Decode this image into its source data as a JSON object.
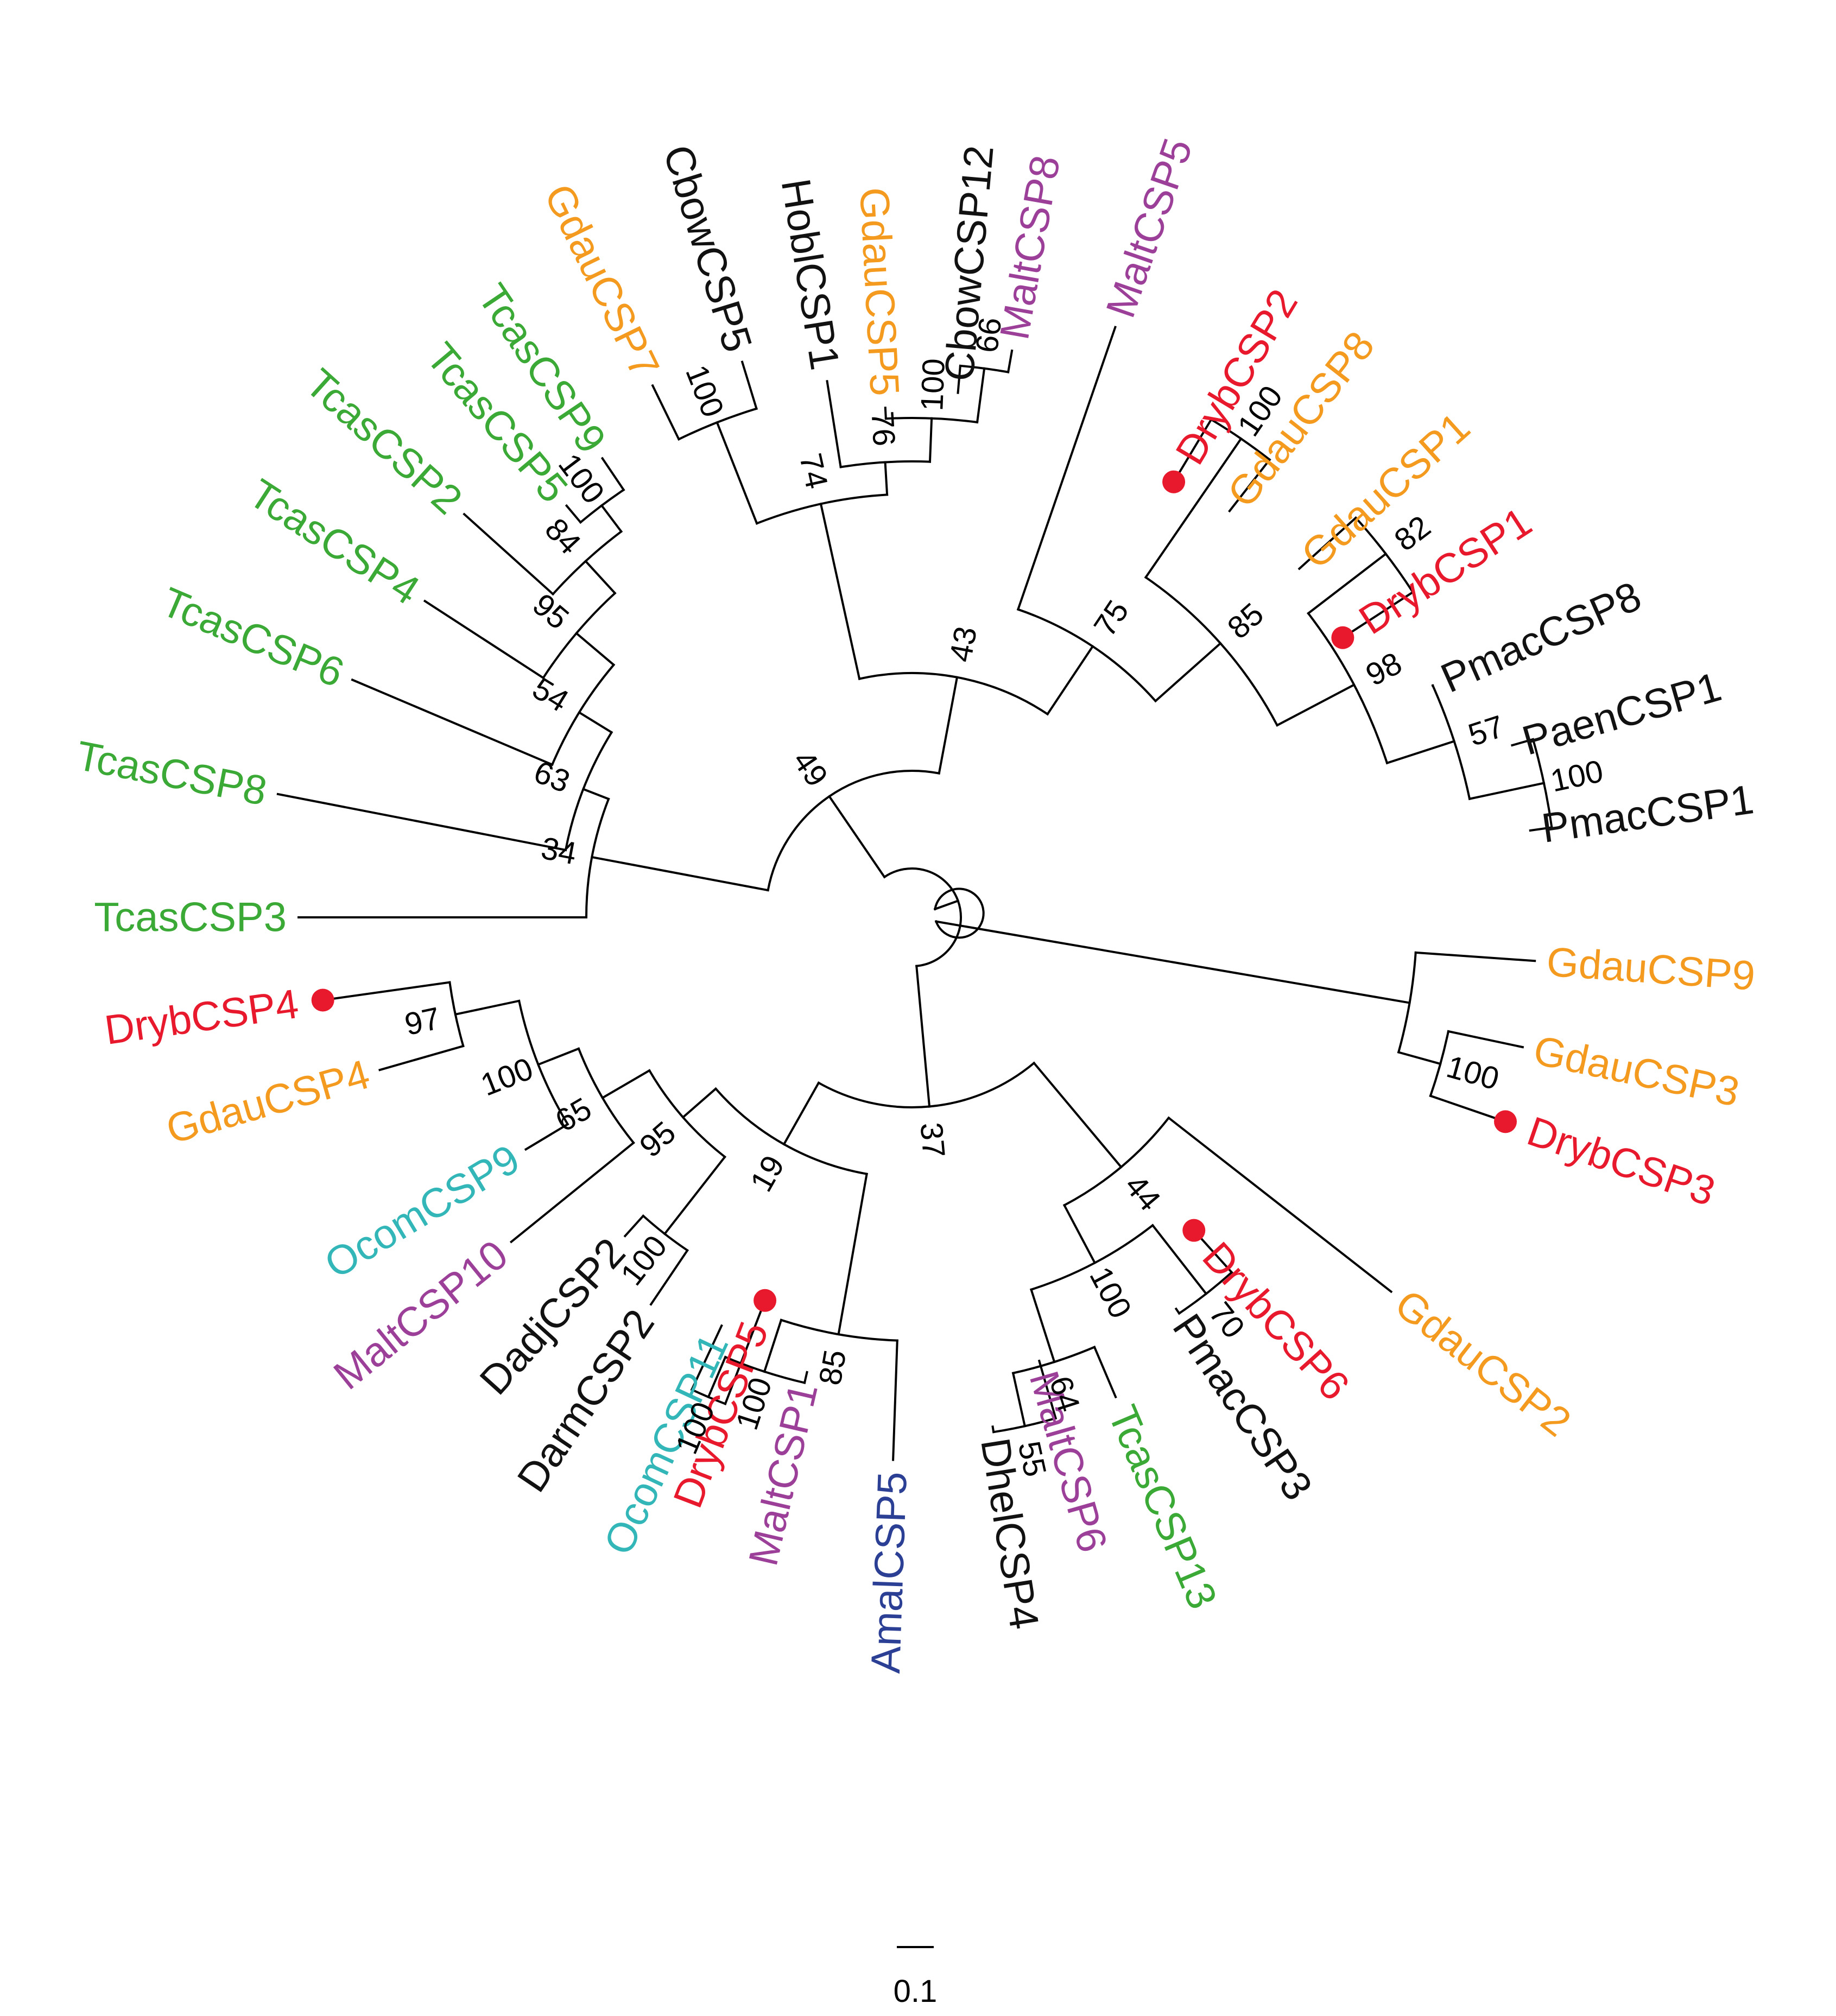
{
  "colors": {
    "red": "#e8192c",
    "purple": "#9b3f98",
    "blue": "#2b3f95",
    "cyan": "#33b6b8",
    "green": "#3aa935",
    "orange": "#f39a1f",
    "black": "#111111",
    "marker": "#e8192c"
  },
  "leaves": [
    {
      "label": "DrybCSP4",
      "color": "red",
      "marker": true
    },
    {
      "label": "GdauCSP4",
      "color": "orange"
    },
    {
      "label": "OcomCSP9",
      "color": "cyan"
    },
    {
      "label": "MaltCSP10",
      "color": "purple"
    },
    {
      "label": "DadjCSP2",
      "color": "black"
    },
    {
      "label": "DarmCSP2",
      "color": "black"
    },
    {
      "label": "OcomCSP11",
      "color": "cyan"
    },
    {
      "label": "DrybCSP5",
      "color": "red",
      "marker": true
    },
    {
      "label": "MaltCSP1",
      "color": "purple"
    },
    {
      "label": "AmalCSP5",
      "color": "blue"
    },
    {
      "label": "DhelCSP4",
      "color": "black"
    },
    {
      "label": "MaltCSP6",
      "color": "purple"
    },
    {
      "label": "TcasCSP13",
      "color": "green"
    },
    {
      "label": "PmacCSP3",
      "color": "black"
    },
    {
      "label": "DrybCSP6",
      "color": "red",
      "marker": true
    },
    {
      "label": "GdauCSP2",
      "color": "orange"
    },
    {
      "label": "DrybCSP3",
      "color": "red",
      "marker": true
    },
    {
      "label": "GdauCSP3",
      "color": "orange"
    },
    {
      "label": "GdauCSP9",
      "color": "orange"
    },
    {
      "label": "PmacCSP1",
      "color": "black"
    },
    {
      "label": "PaenCSP1",
      "color": "black"
    },
    {
      "label": "PmacCSP8",
      "color": "black"
    },
    {
      "label": "DrybCSP1",
      "color": "red",
      "marker": true
    },
    {
      "label": "GdauCSP1",
      "color": "orange"
    },
    {
      "label": "GdauCSP8",
      "color": "orange"
    },
    {
      "label": "DrybCSP2",
      "color": "red",
      "marker": true
    },
    {
      "label": "MaltCSP5",
      "color": "purple"
    },
    {
      "label": "MaltCSP8",
      "color": "purple"
    },
    {
      "label": "CbowCSP12",
      "color": "black"
    },
    {
      "label": "GdauCSP5",
      "color": "orange"
    },
    {
      "label": "HoblCSP1",
      "color": "black"
    },
    {
      "label": "CbowCSP5",
      "color": "black"
    },
    {
      "label": "GdauCSP7",
      "color": "orange"
    },
    {
      "label": "TcasCSP9",
      "color": "green"
    },
    {
      "label": "TcasCSP5",
      "color": "green"
    },
    {
      "label": "TcasCSP2",
      "color": "green"
    },
    {
      "label": "TcasCSP4",
      "color": "green"
    },
    {
      "label": "TcasCSP6",
      "color": "green"
    },
    {
      "label": "TcasCSP8",
      "color": "green"
    },
    {
      "label": "TcasCSP3",
      "color": "green"
    }
  ],
  "bootstrap": {
    "DrybCSP4_GdauCSP4": "97",
    "withOcomCSP9": "100",
    "withMaltCSP10": "65",
    "DadjCSP2_DarmCSP2": "100",
    "groupA_join": "95",
    "OcomCSP11_DrybCSP5": "100",
    "withMaltCSP1": "100",
    "withAmalCSP5": "85",
    "upperLeft_join": "19",
    "upper_join": "37",
    "DhelCSP4_MaltCSP6": "55",
    "withTcasCSP13": "64",
    "PmacCSP3_DrybCSP6": "70",
    "Dhel_Pmac_join": "100",
    "withGdauCSP2": "44",
    "DrybCSP3_GdauCSP3": "100",
    "withGdauCSP9": "100",
    "PmacCSP1_PaenCSP1": "100",
    "withPmacCSP8": "57",
    "DrybCSP1_GdauCSP1": "82",
    "Pmac_Dryb1_join": "98",
    "GdauCSP8_DrybCSP2": "100",
    "right_join": "85",
    "withMaltCSP5": "75",
    "MaltCSP8_CbowCSP12": "66",
    "withGdauCSP5": "100",
    "withHoblCSP1": "76",
    "CbowCSP5_GdauCSP7": "100",
    "bottom_join": "74",
    "lower_join": "43",
    "TcasCSP9_TcasCSP5": "100",
    "withTcasCSP2": "84",
    "withTcasCSP4": "95",
    "withTcasCSP6": "54",
    "withTcasCSP8": "63",
    "withTcasCSP3": "34",
    "basal_join": "49"
  },
  "scale": {
    "label": "0.1"
  }
}
